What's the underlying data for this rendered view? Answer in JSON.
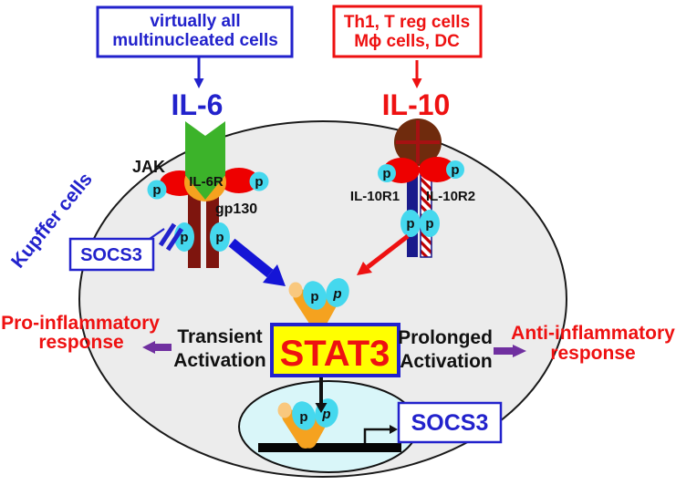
{
  "source_boxes": {
    "il6": {
      "line1": "virtually all",
      "line2": "multinucleated cells"
    },
    "il10": {
      "line1": "Th1, T reg cells",
      "line2": "Mϕ cells, DC"
    }
  },
  "ligands": {
    "il6": "IL-6",
    "il10": "IL-10"
  },
  "il6_receptor": {
    "jak": "JAK",
    "il6r": "IL-6R",
    "gp130": "gp130"
  },
  "il10_receptor": {
    "r1": "IL-10R1",
    "r2": "IL-10R2"
  },
  "labels": {
    "p": "p",
    "kupffer_cells": "Kupffer cells"
  },
  "socs3": {
    "membrane_box": "SOCS3",
    "nucleus_box": "SOCS3"
  },
  "stat3": {
    "label": "STAT3"
  },
  "activation": {
    "transient_line1": "Transient",
    "transient_line2": "Activation",
    "prolonged_line1": "Prolonged",
    "prolonged_line2": "Activation"
  },
  "responses": {
    "pro_line1": "Pro-inflammatory",
    "pro_line2": "response",
    "anti_line1": "Anti-inflammatory",
    "anti_line2": "response"
  },
  "colors": {
    "blue": "#2222CC",
    "red": "#EE1111",
    "green": "#3CB32A",
    "orange": "#F5A21F",
    "orange_light": "#F9C87E",
    "cyan": "#45D8EE",
    "maroon": "#7E150E",
    "navy": "#1A1A8C",
    "brown": "#6F2B0D",
    "yellow": "#FFFF00",
    "purple": "#7030A0",
    "cell_fill": "#ECECEC",
    "nucleus_fill": "#D9F6F9",
    "black": "#111111"
  }
}
